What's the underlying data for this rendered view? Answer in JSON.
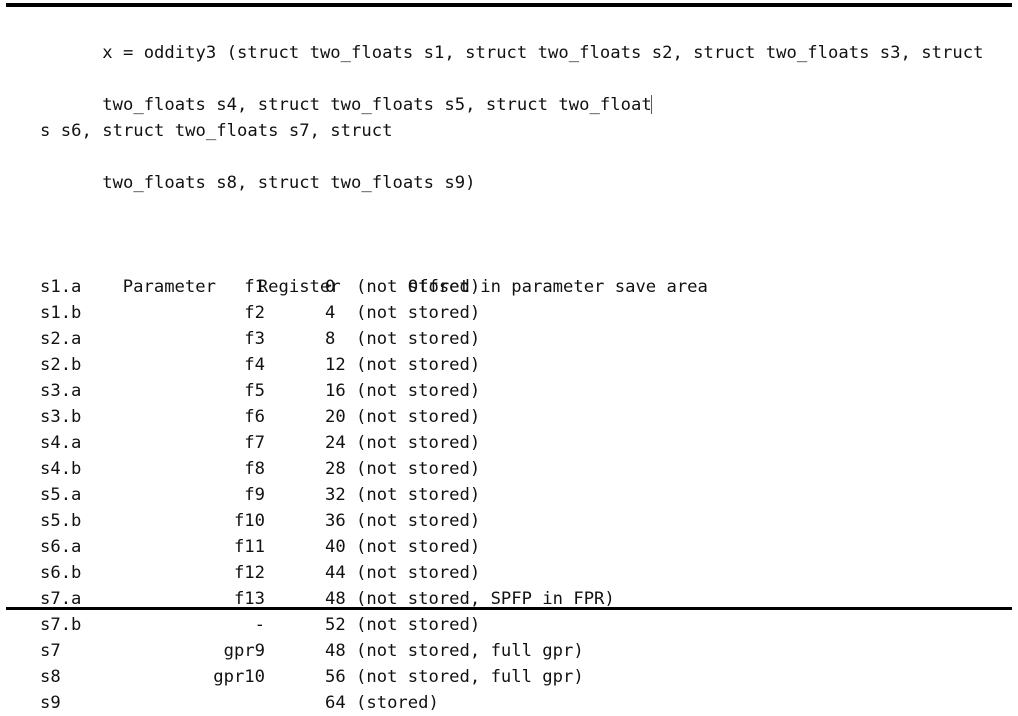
{
  "document": {
    "signature_lines": [
      "x = oddity3 (struct two_floats s1, struct two_floats s2, struct two_floats s3, struct",
      "two_floats s4, struct two_floats s5, struct two_float",
      "s s6, struct two_floats s7, struct",
      "two_floats s8, struct two_floats s9)"
    ],
    "caret_visible": true,
    "table": {
      "headers": {
        "parameter": "Parameter",
        "register": "Register",
        "offset": "Offset in parameter save area"
      },
      "rows": [
        {
          "parameter": "s1.a",
          "register": "f1",
          "offset": "0",
          "note": "(not stored)"
        },
        {
          "parameter": "s1.b",
          "register": "f2",
          "offset": "4",
          "note": "(not stored)"
        },
        {
          "parameter": "s2.a",
          "register": "f3",
          "offset": "8",
          "note": "(not stored)"
        },
        {
          "parameter": "s2.b",
          "register": "f4",
          "offset": "12",
          "note": "(not stored)"
        },
        {
          "parameter": "s3.a",
          "register": "f5",
          "offset": "16",
          "note": "(not stored)"
        },
        {
          "parameter": "s3.b",
          "register": "f6",
          "offset": "20",
          "note": "(not stored)"
        },
        {
          "parameter": "s4.a",
          "register": "f7",
          "offset": "24",
          "note": "(not stored)"
        },
        {
          "parameter": "s4.b",
          "register": "f8",
          "offset": "28",
          "note": "(not stored)"
        },
        {
          "parameter": "s5.a",
          "register": "f9",
          "offset": "32",
          "note": "(not stored)"
        },
        {
          "parameter": "s5.b",
          "register": "f10",
          "offset": "36",
          "note": "(not stored)"
        },
        {
          "parameter": "s6.a",
          "register": "f11",
          "offset": "40",
          "note": "(not stored)"
        },
        {
          "parameter": "s6.b",
          "register": "f12",
          "offset": "44",
          "note": "(not stored)"
        },
        {
          "parameter": "s7.a",
          "register": "f13",
          "offset": "48",
          "note": "(not stored, SPFP in FPR)"
        },
        {
          "parameter": "s7.b",
          "register": "-",
          "offset": "52",
          "note": "(not stored)"
        },
        {
          "parameter": "s7",
          "register": "gpr9",
          "offset": "48",
          "note": "(not stored, full gpr)"
        },
        {
          "parameter": "s8",
          "register": "gpr10",
          "offset": "56",
          "note": "(not stored, full gpr)"
        },
        {
          "parameter": "s9",
          "register": "",
          "offset": "64",
          "note": "(stored)"
        }
      ]
    }
  },
  "colors": {
    "text": "#111111",
    "background": "#ffffff",
    "rule": "#000000",
    "caret": "#5a5a5a"
  }
}
